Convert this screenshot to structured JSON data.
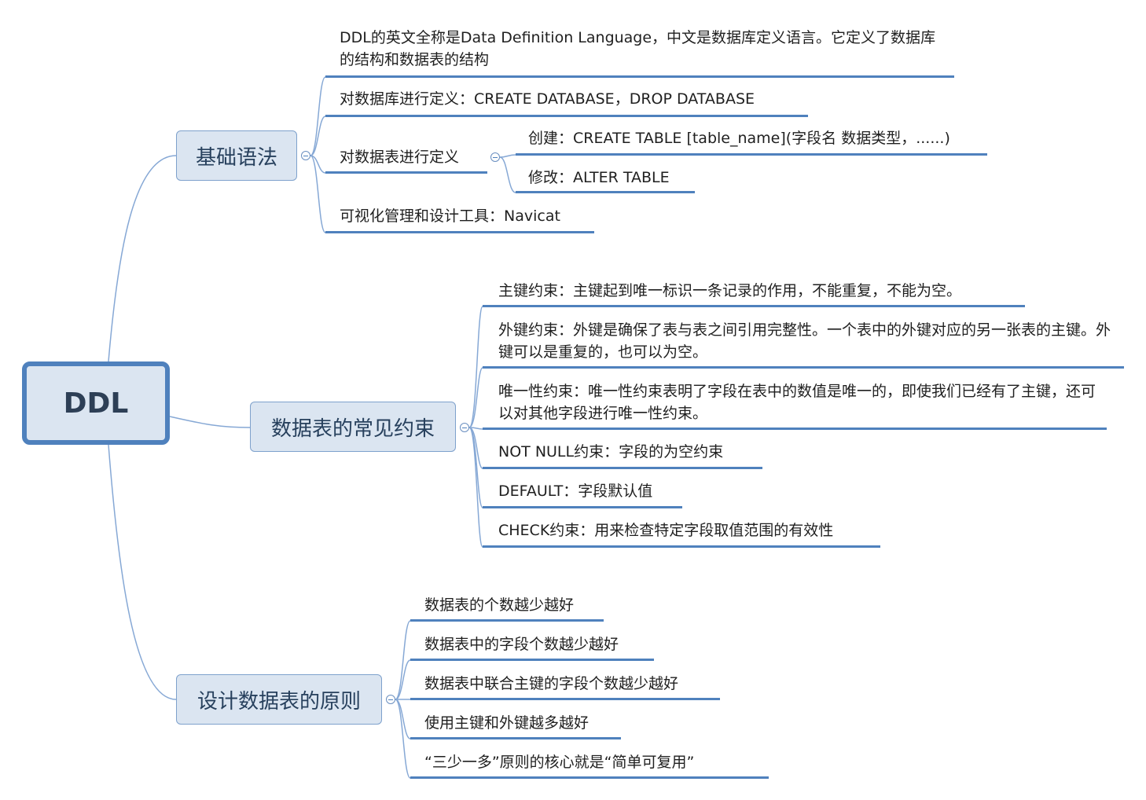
{
  "root": {
    "label": "DDL"
  },
  "colors": {
    "accent": "#4f81bd",
    "topic_fill": "#dbe5f1",
    "connector": "#86a8d5"
  },
  "topics": [
    {
      "label": "基础语法",
      "items": [
        "DDL的英文全称是Data Definition Language，中文是数据库定义语言。它定义了数据库的结构和数据表的结构",
        "对数据库进行定义：CREATE DATABASE，DROP DATABASE",
        {
          "label": "对数据表进行定义",
          "children": [
            "创建：CREATE TABLE [table_name](字段名 数据类型，......)",
            "修改：ALTER TABLE"
          ]
        },
        "可视化管理和设计工具：Navicat"
      ]
    },
    {
      "label": "数据表的常见约束",
      "items": [
        "主键约束：主键起到唯一标识一条记录的作用，不能重复，不能为空。",
        "外键约束：外键是确保了表与表之间引用完整性。一个表中的外键对应的另一张表的主键。外键可以是重复的，也可以为空。",
        "唯一性约束：唯一性约束表明了字段在表中的数值是唯一的，即使我们已经有了主键，还可以对其他字段进行唯一性约束。",
        "NOT NULL约束：字段的为空约束",
        "DEFAULT：字段默认值",
        "CHECK约束：用来检查特定字段取值范围的有效性"
      ]
    },
    {
      "label": "设计数据表的原则",
      "items": [
        "数据表的个数越少越好",
        "数据表中的字段个数越少越好",
        "数据表中联合主键的字段个数越少越好",
        "使用主键和外键越多越好",
        "“三少一多”原则的核心就是“简单可复用”"
      ]
    }
  ]
}
